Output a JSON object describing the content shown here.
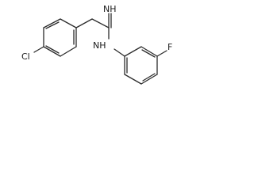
{
  "molecule": {
    "atoms": {
      "chlorine": "Cl",
      "imine": "NH",
      "amine": "NH",
      "fluorine": "F"
    }
  }
}
